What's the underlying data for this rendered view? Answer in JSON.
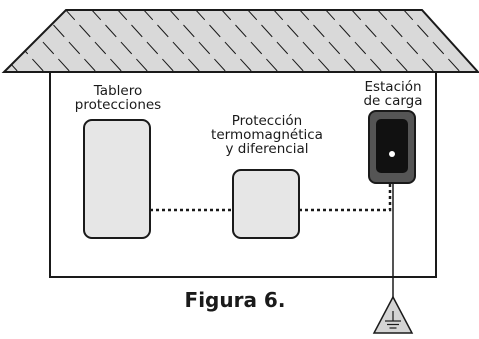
{
  "labels": {
    "panel": [
      "Tablero",
      "protecciones"
    ],
    "protection": [
      "Protección",
      "termomagnética",
      "y diferencial"
    ],
    "station": [
      "Estación",
      "de carga"
    ]
  },
  "caption": "Figura 6.",
  "colors": {
    "stroke": "#1a1a1a",
    "box_fill": "#e6e6e6",
    "roof_fill": "#d9d9d9",
    "station_body": "#555555",
    "station_face": "#111111",
    "ground_fill": "#d4d4d4"
  }
}
